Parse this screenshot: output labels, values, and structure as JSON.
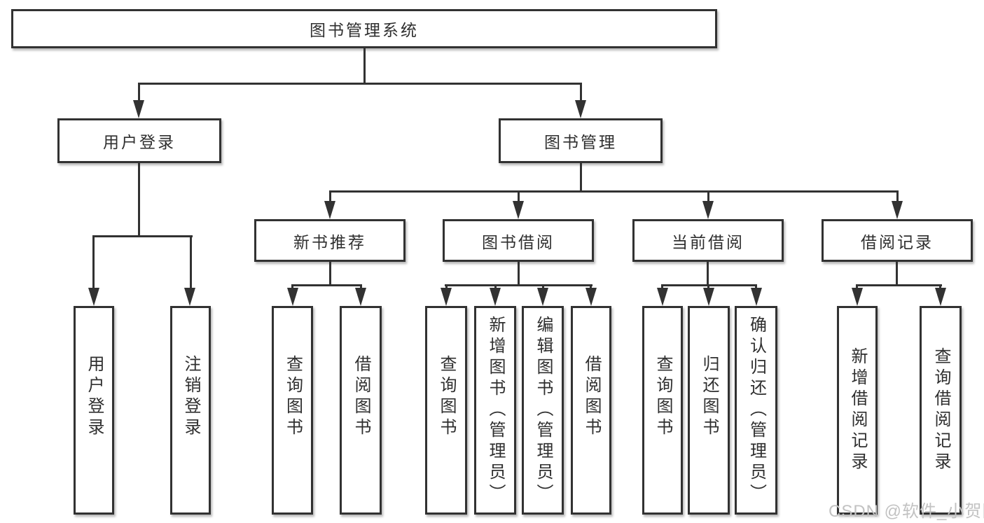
{
  "diagram": {
    "root_label": "图书管理系统",
    "user_branch": {
      "label": "用户登录",
      "children": [
        {
          "label": "用户登录"
        },
        {
          "label": "注销登录"
        }
      ]
    },
    "mgmt_branch": {
      "label": "图书管理",
      "groups": [
        {
          "label": "新书推荐",
          "children": [
            {
              "label": "查询图书"
            },
            {
              "label": "借阅图书"
            }
          ]
        },
        {
          "label": "图书借阅",
          "children": [
            {
              "label": "查询图书"
            },
            {
              "label": "新增图书（管理员）"
            },
            {
              "label": "编辑图书（管理员）"
            },
            {
              "label": "借阅图书"
            }
          ]
        },
        {
          "label": "当前借阅",
          "children": [
            {
              "label": "查询图书"
            },
            {
              "label": "归还图书"
            },
            {
              "label": "确认归还（管理员）"
            }
          ]
        },
        {
          "label": "借阅记录",
          "children": [
            {
              "label": "新增借阅记录"
            },
            {
              "label": "查询借阅记录"
            }
          ]
        }
      ]
    }
  },
  "watermark": "CSDN @软件_小贺同学"
}
